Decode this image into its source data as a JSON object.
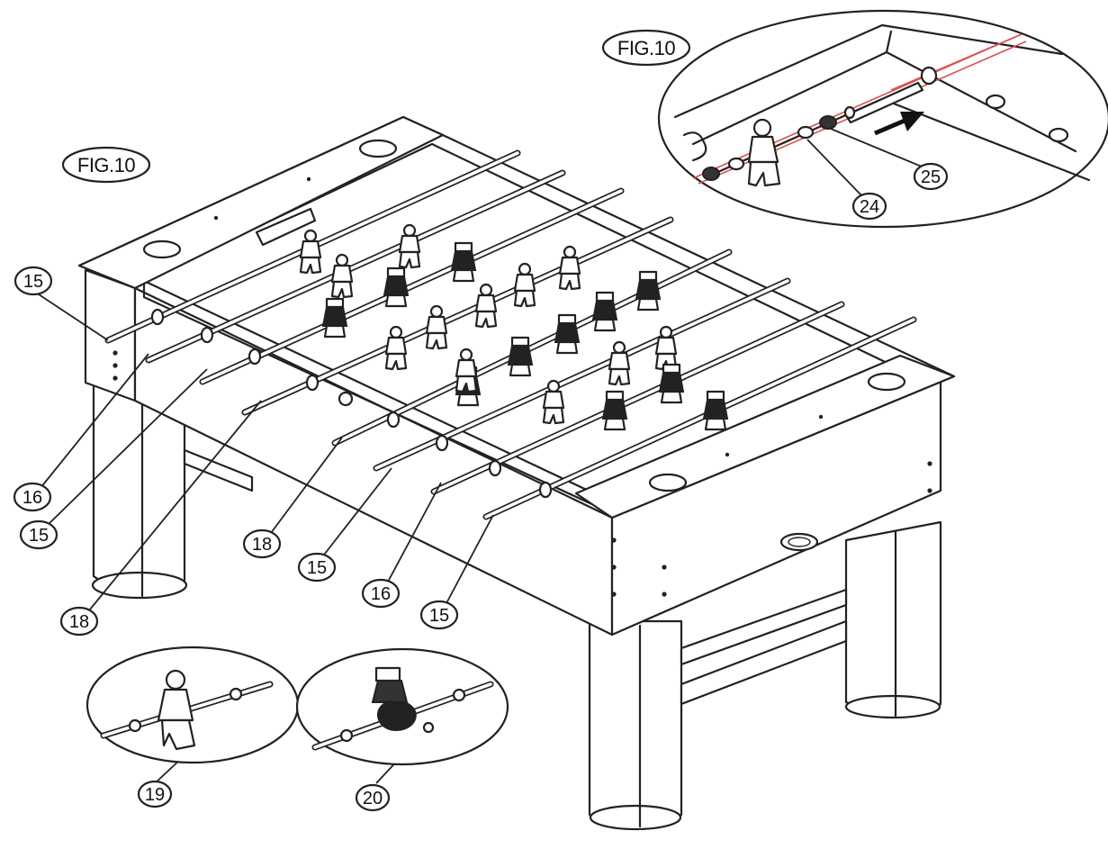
{
  "figure_tags": {
    "main": "FIG.10",
    "inset": "FIG.10"
  },
  "callouts": {
    "c15_a": "15",
    "c16_a": "16",
    "c15_b": "15",
    "c18_a": "18",
    "c18_b": "18",
    "c15_c": "15",
    "c16_b": "16",
    "c15_d": "15",
    "c19": "19",
    "c20": "20",
    "c24": "24",
    "c25": "25"
  },
  "colors": {
    "line": "#222222",
    "paper": "#ffffff",
    "guide_red": "#d9534f"
  },
  "icons": {
    "player_light": "foosball-player-light-icon",
    "player_dark": "foosball-player-dark-icon",
    "arrow": "insert-arrow-icon"
  }
}
